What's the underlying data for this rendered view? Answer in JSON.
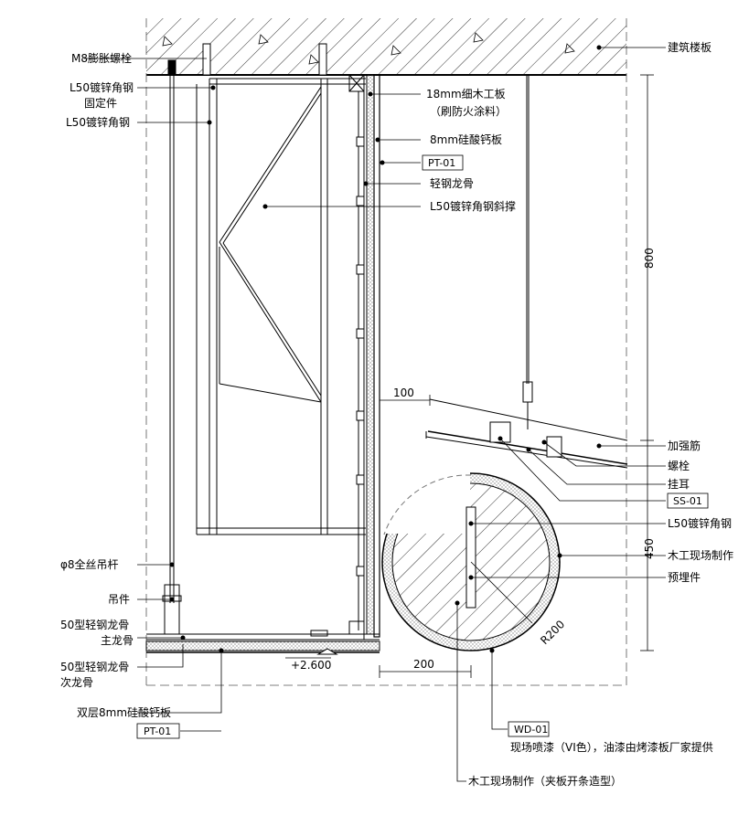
{
  "labels": {
    "m8_bolt": "M8膨胀螺栓",
    "building_slab": "建筑楼板",
    "angle_fix_1": "L50镀锌角钢",
    "angle_fix_2": "固定件",
    "angle_steel": "L50镀锌角钢",
    "wood_board_1": "18mm细木工板",
    "wood_board_2": "（刷防火涂料）",
    "calcium_board": "8mm硅酸钙板",
    "keel": "轻钢龙骨",
    "brace": "L50镀锌角钢斜撑",
    "rib": "加强筋",
    "bolt": "螺栓",
    "hanging_ear": "挂耳",
    "angle_steel_right": "L50镀锌角钢",
    "wood_site": "木工现场制作",
    "embedded": "预埋件",
    "rod": "φ8全丝吊杆",
    "hanger": "吊件",
    "main_keel_1": "50型轻钢龙骨",
    "main_keel_2": "主龙骨",
    "sub_keel_1": "50型轻钢龙骨",
    "sub_keel_2": "次龙骨",
    "double_board": "双层8mm硅酸钙板",
    "paint_note": "现场喷漆（VI色），油漆由烤漆板厂家提供",
    "wood_note": "木工现场制作（夹板开条造型）"
  },
  "tags": {
    "pt01_top": "PT-01",
    "ss01": "SS-01",
    "pt01_bottom": "PT-01",
    "wd01": "WD-01"
  },
  "dimensions": {
    "d800": "800",
    "d450": "450",
    "d100": "100",
    "d200": "200",
    "r200": "R200",
    "level": "+2.600"
  }
}
